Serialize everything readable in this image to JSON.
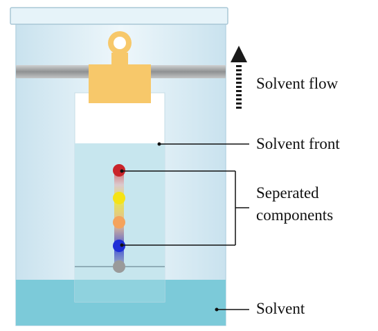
{
  "labels": {
    "solvent_flow": "Solvent flow",
    "solvent_front": "Solvent front",
    "separated_components_line1": "Seperated",
    "separated_components_line2": "components",
    "solvent": "Solvent"
  },
  "colors": {
    "jar_glass": "#dceef6",
    "lid": "#e6f3f9",
    "rod": "#a8aaab",
    "clip": "#f7c86a",
    "paper": "#ffffff",
    "solvent_in_paper": "#c7e6ee",
    "solvent_pool": "#7ccad9",
    "arrow": "#1a1a1a",
    "leader_lines": "#111111"
  },
  "spots": [
    {
      "name": "red",
      "color": "#c9242a"
    },
    {
      "name": "yellow",
      "color": "#f5e316"
    },
    {
      "name": "orange",
      "color": "#f4a35c"
    },
    {
      "name": "blue",
      "color": "#1f2fd6"
    },
    {
      "name": "gray",
      "color": "#9a9a9a"
    }
  ]
}
